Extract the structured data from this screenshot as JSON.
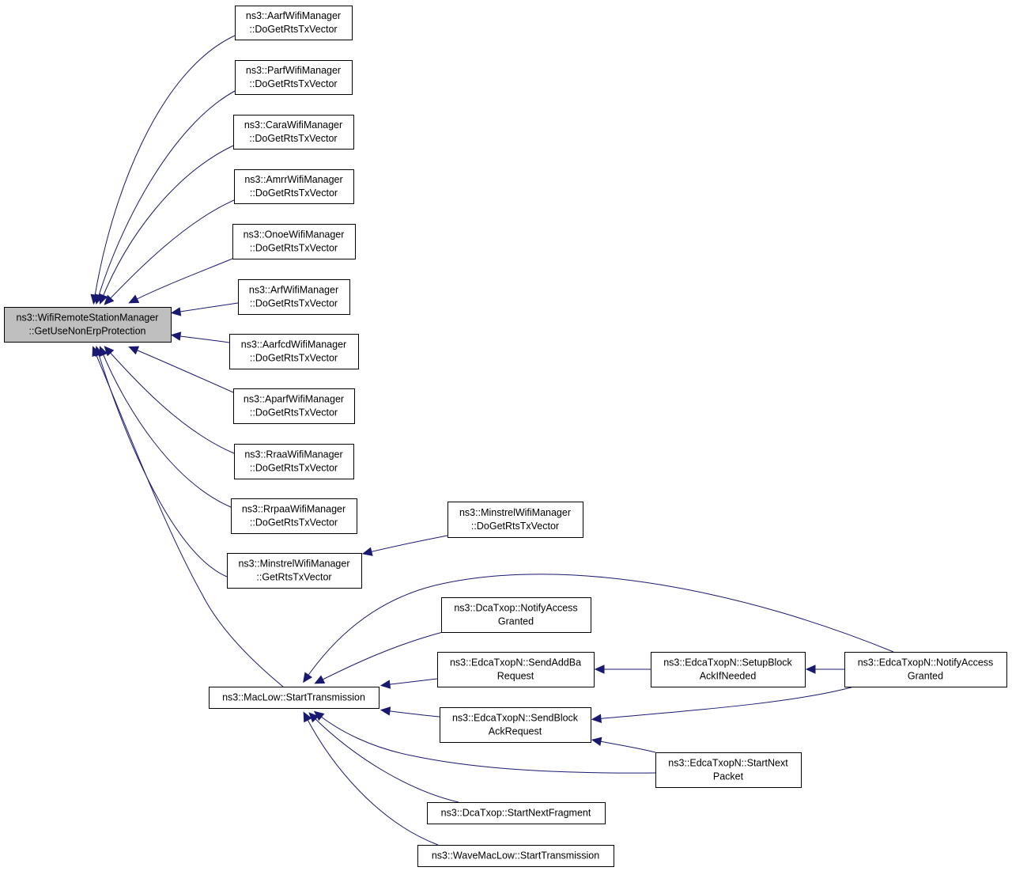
{
  "diagram": {
    "type": "call-graph",
    "nodes": [
      {
        "id": "root",
        "lines": [
          "ns3::WifiRemoteStationManager",
          "::GetUseNonErpProtection"
        ],
        "highlight": true
      },
      {
        "id": "aarf",
        "lines": [
          "ns3::AarfWifiManager",
          "::DoGetRtsTxVector"
        ]
      },
      {
        "id": "parf",
        "lines": [
          "ns3::ParfWifiManager",
          "::DoGetRtsTxVector"
        ]
      },
      {
        "id": "cara",
        "lines": [
          "ns3::CaraWifiManager",
          "::DoGetRtsTxVector"
        ]
      },
      {
        "id": "amrr",
        "lines": [
          "ns3::AmrrWifiManager",
          "::DoGetRtsTxVector"
        ]
      },
      {
        "id": "onoe",
        "lines": [
          "ns3::OnoeWifiManager",
          "::DoGetRtsTxVector"
        ]
      },
      {
        "id": "arf",
        "lines": [
          "ns3::ArfWifiManager",
          "::DoGetRtsTxVector"
        ]
      },
      {
        "id": "aarfcd",
        "lines": [
          "ns3::AarfcdWifiManager",
          "::DoGetRtsTxVector"
        ]
      },
      {
        "id": "aparf",
        "lines": [
          "ns3::AparfWifiManager",
          "::DoGetRtsTxVector"
        ]
      },
      {
        "id": "rraa",
        "lines": [
          "ns3::RraaWifiManager",
          "::DoGetRtsTxVector"
        ]
      },
      {
        "id": "rrpaa",
        "lines": [
          "ns3::RrpaaWifiManager",
          "::DoGetRtsTxVector"
        ]
      },
      {
        "id": "minstrel_get",
        "lines": [
          "ns3::MinstrelWifiManager",
          "::GetRtsTxVector"
        ]
      },
      {
        "id": "minstrel_do",
        "lines": [
          "ns3::MinstrelWifiManager",
          "::DoGetRtsTxVector"
        ]
      },
      {
        "id": "maclow",
        "lines": [
          "ns3::MacLow::StartTransmission"
        ]
      },
      {
        "id": "dca_notify",
        "lines": [
          "ns3::DcaTxop::NotifyAccess",
          "Granted"
        ]
      },
      {
        "id": "edca_addba",
        "lines": [
          "ns3::EdcaTxopN::SendAddBa",
          "Request"
        ]
      },
      {
        "id": "edca_setup",
        "lines": [
          "ns3::EdcaTxopN::SetupBlock",
          "AckIfNeeded"
        ]
      },
      {
        "id": "edca_notify",
        "lines": [
          "ns3::EdcaTxopN::NotifyAccess",
          "Granted"
        ]
      },
      {
        "id": "edca_blockack",
        "lines": [
          "ns3::EdcaTxopN::SendBlock",
          "AckRequest"
        ]
      },
      {
        "id": "edca_nextpkt",
        "lines": [
          "ns3::EdcaTxopN::StartNext",
          "Packet"
        ]
      },
      {
        "id": "dca_nextfrag",
        "lines": [
          "ns3::DcaTxop::StartNextFragment"
        ]
      },
      {
        "id": "wave",
        "lines": [
          "ns3::WaveMacLow::StartTransmission"
        ]
      }
    ],
    "edges": [
      [
        "aarf",
        "root"
      ],
      [
        "parf",
        "root"
      ],
      [
        "cara",
        "root"
      ],
      [
        "amrr",
        "root"
      ],
      [
        "onoe",
        "root"
      ],
      [
        "arf",
        "root"
      ],
      [
        "aarfcd",
        "root"
      ],
      [
        "aparf",
        "root"
      ],
      [
        "rraa",
        "root"
      ],
      [
        "rrpaa",
        "root"
      ],
      [
        "minstrel_get",
        "root"
      ],
      [
        "maclow",
        "root"
      ],
      [
        "minstrel_do",
        "minstrel_get"
      ],
      [
        "edca_notify",
        "maclow"
      ],
      [
        "dca_notify",
        "maclow"
      ],
      [
        "edca_addba",
        "maclow"
      ],
      [
        "edca_blockack",
        "maclow"
      ],
      [
        "edca_nextpkt",
        "maclow"
      ],
      [
        "dca_nextfrag",
        "maclow"
      ],
      [
        "wave",
        "maclow"
      ],
      [
        "edca_setup",
        "edca_addba"
      ],
      [
        "edca_notify",
        "edca_setup"
      ],
      [
        "edca_notify",
        "edca_blockack"
      ],
      [
        "edca_nextpkt",
        "edca_blockack"
      ]
    ],
    "colors": {
      "edge": "#191970",
      "highlight_fill": "#bfbfbf",
      "node_fill": "#ffffff",
      "node_border": "#000000"
    }
  }
}
